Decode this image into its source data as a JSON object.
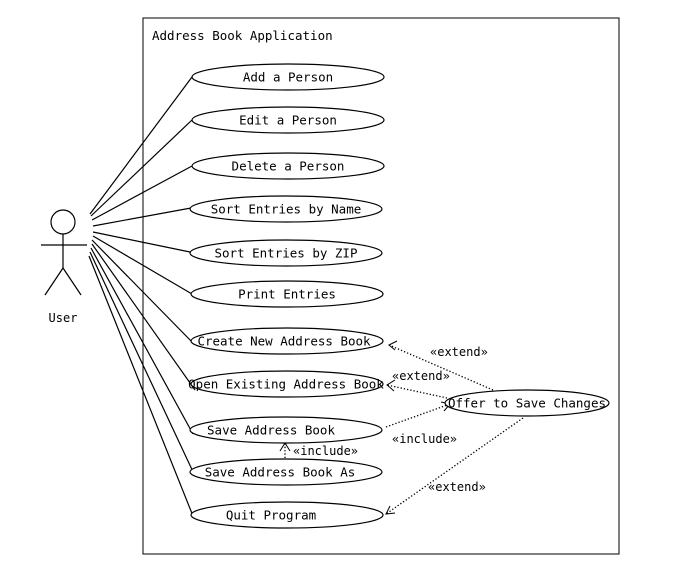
{
  "system": {
    "title": "Address Book Application"
  },
  "actor": {
    "name": "User"
  },
  "use_cases": [
    {
      "id": "add",
      "label": "Add a Person"
    },
    {
      "id": "edit",
      "label": "Edit a Person"
    },
    {
      "id": "delete",
      "label": "Delete a Person"
    },
    {
      "id": "sort_name",
      "label": "Sort Entries by Name"
    },
    {
      "id": "sort_zip",
      "label": "Sort Entries by ZIP"
    },
    {
      "id": "print",
      "label": "Print Entries"
    },
    {
      "id": "create",
      "label": "Create New Address Book"
    },
    {
      "id": "open",
      "label": "Open Existing Address Book"
    },
    {
      "id": "save",
      "label": "Save Address Book"
    },
    {
      "id": "save_as",
      "label": "Save Address Book As"
    },
    {
      "id": "quit",
      "label": "Quit Program"
    }
  ],
  "extra_use_case": {
    "id": "offer",
    "label": "Offer to Save Changes"
  },
  "relationships": [
    {
      "from": "offer",
      "to": "create",
      "label": "«extend»"
    },
    {
      "from": "offer",
      "to": "open",
      "label": "«extend»"
    },
    {
      "from": "save",
      "to": "offer",
      "label": "«include»"
    },
    {
      "from": "save_as",
      "to": "save",
      "label": "«include»"
    },
    {
      "from": "offer",
      "to": "quit",
      "label": "«extend»"
    }
  ]
}
